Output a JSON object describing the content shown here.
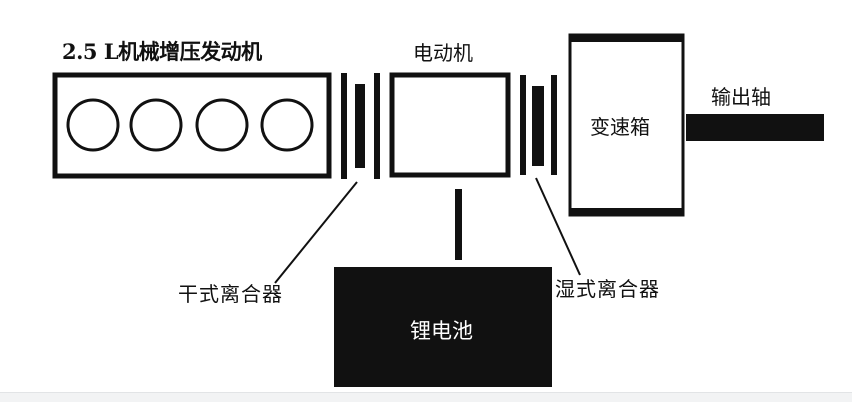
{
  "components": {
    "engine": "2.5 L机械增压发动机",
    "motor": "电动机",
    "gearbox": "变速箱",
    "output_shaft": "输出轴",
    "dry_clutch": "干式离合器",
    "wet_clutch": "湿式离合器",
    "battery": "锂电池"
  },
  "colors": {
    "stroke": "#111111",
    "background": "#ffffff",
    "battery_fill": "#111111",
    "battery_text": "#ffffff"
  }
}
